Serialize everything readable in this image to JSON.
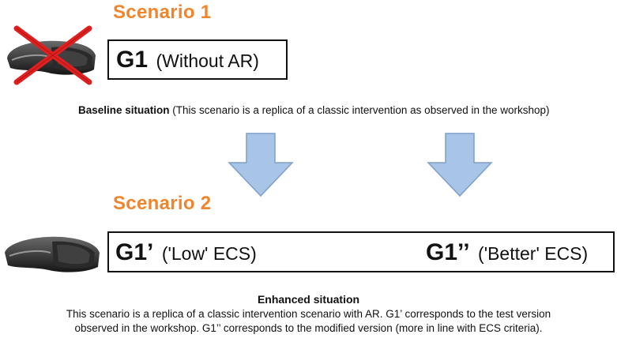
{
  "colors": {
    "scenario_title": "#f0852d",
    "arrow_fill": "#a8c4e6",
    "arrow_stroke": "#7f9fc8",
    "cross": "#e02020"
  },
  "scenario1": {
    "title": "Scenario 1",
    "box_main": "G1",
    "box_sub": "(Without AR)",
    "headset_icon": "ar-headset-icon",
    "cross_icon": "red-cross-icon"
  },
  "baseline": {
    "bold": "Baseline situation",
    "text": "(This scenario is a replica of a classic intervention as observed in the workshop)"
  },
  "scenario2": {
    "title": "Scenario 2",
    "left_main": "G1’",
    "left_sub": "('Low' ECS)",
    "right_main": "G1’’",
    "right_sub": "('Better' ECS)",
    "headset_icon": "ar-headset-icon"
  },
  "enhanced": {
    "title": "Enhanced situation",
    "line1": "This scenario is a replica of a classic intervention scenario with AR. G1’ corresponds to the test version",
    "line2": "observed in the workshop. G1’’ corresponds to the modified version (more in line with ECS criteria)."
  }
}
